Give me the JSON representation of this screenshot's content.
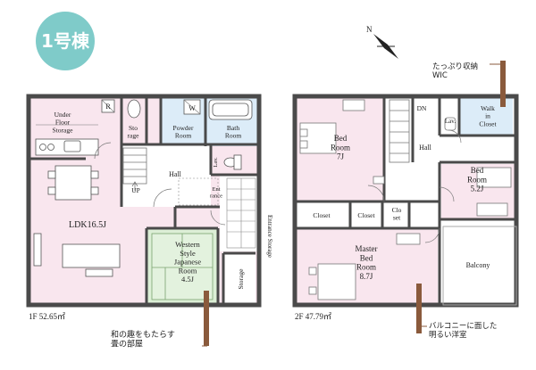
{
  "badge": {
    "label": "1号棟",
    "color": "#7fcbc9"
  },
  "floor1": {
    "title": "1F 52.65㎡",
    "rooms": {
      "underfloor_storage": "Under\nFloor\nStorage",
      "storage_top": "Sto\nrage",
      "powder_room": "Powder\nRoom",
      "bath_room": "Bath\nRoom",
      "hall": "Hall",
      "up": "UP",
      "lav": "Lav.",
      "entrance": "Ent\nrance",
      "entrance_storage": "Entrance Storage",
      "ldk": "LDK16.5J",
      "western_japanese": "Western\nStyle\nJapanese\nRoom\n4.5J",
      "storage_side": "Storage"
    },
    "markers": {
      "refrigerator": "R",
      "washer": "W"
    },
    "note": "和の趣をもたらす\n畳の部屋"
  },
  "floor2": {
    "title": "2F 47.79㎡",
    "rooms": {
      "bedroom_7": "Bed\nRoom\n7J",
      "dn": "DN",
      "lav": "Lav.",
      "walk_in_closet": "Walk\nin\nCloset",
      "hall": "Hall",
      "bedroom_52": "Bed\nRoom\n5.2J",
      "closet1": "Closet",
      "closet2": "Closet",
      "closet3": "Clo\nset",
      "master_bedroom": "Master\nBed\nRoom\n8.7J",
      "balcony": "Balcony"
    },
    "note_wic": "たっぷり収納\nWIC",
    "note_balcony": "バルコニーに面した\n明るい洋室"
  },
  "compass": {
    "label": "N"
  },
  "colors": {
    "pink": "#f9e6ee",
    "blue": "#dcecf8",
    "green": "#dcefd6",
    "wall": "#4a4a4a",
    "leader": "#8a5a3c"
  }
}
